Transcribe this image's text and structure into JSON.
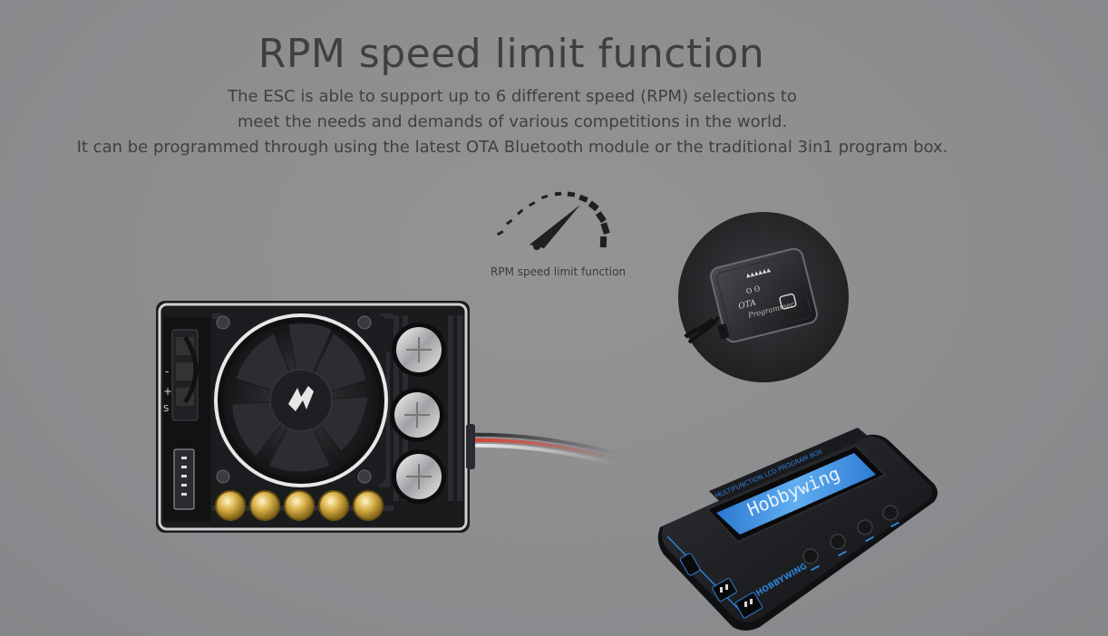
{
  "heading": {
    "title": "RPM speed limit function",
    "lines": [
      "The ESC is able to support up to 6 different speed (RPM) selections to",
      "meet the needs and demands of various competitions in the world.",
      "It can be programmed through using the latest OTA Bluetooth module or the traditional 3in1 program box."
    ]
  },
  "gauge": {
    "caption": "RPM speed limit function",
    "icon": "speedometer-icon"
  },
  "esc": {
    "icon": "esc-controller-image",
    "fan_logo": "hw-logo-icon",
    "polarity_labels": [
      "-",
      "+",
      "S"
    ]
  },
  "ota_module": {
    "icon": "ota-bluetooth-module-image"
  },
  "program_box": {
    "icon": "program-box-image",
    "lcd_text": "Hobbywing"
  },
  "colors": {
    "background": "#8e8f91",
    "text": "#3e3f41",
    "lcd": "#3f8fe0",
    "accent_blue": "#2f7fd6",
    "gold": "#d9b14a"
  }
}
